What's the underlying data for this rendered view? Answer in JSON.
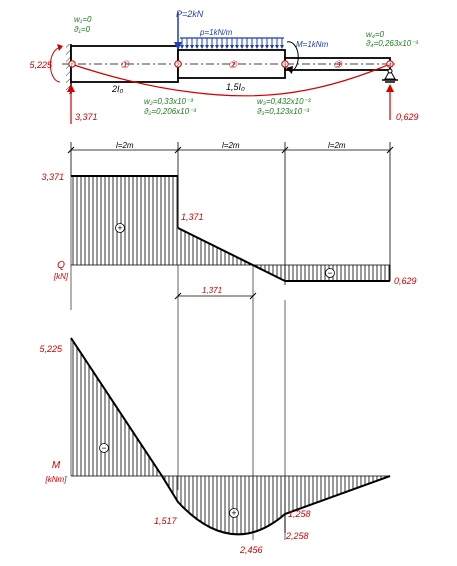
{
  "beam": {
    "left_moment": "5,225",
    "left_reaction": "3,371",
    "right_reaction": "0,629",
    "load_P": "P=2kN",
    "load_q": "p=1kN/m",
    "load_M": "M=1kNm",
    "left_support": {
      "w": "w₁=0",
      "theta": "ϑ₁=0"
    },
    "right_support": {
      "w": "w₄=0",
      "theta": "ϑ₄=0,263x10⁻³"
    },
    "node2": {
      "w": "w₂=0,33x10⁻³",
      "theta": "ϑ₂=0,206x10⁻³"
    },
    "node3": {
      "w": "w₃=0,432x10⁻³",
      "theta": "ϑ₃=0,123x10⁻³"
    },
    "stiffness_1": "2I₀",
    "stiffness_2": "1,5I₀",
    "segment_markers": [
      "①",
      "②",
      "③"
    ],
    "node_markers": [
      "1",
      "2",
      "3",
      "4"
    ]
  },
  "spans": [
    "l=2m",
    "l=2m",
    "l=2m"
  ],
  "shear": {
    "axis_label_1": "Q",
    "axis_label_2": "[kN]",
    "value_left": "3,371",
    "value_mid": "1,371",
    "value_right": "0,629",
    "zero_offset": "1,371",
    "sign_positive": "+",
    "sign_negative": "−"
  },
  "moment": {
    "axis_label_1": "M",
    "axis_label_2": "[kNm]",
    "value_left": "5,225",
    "value_b": "1,517",
    "value_min": "2,456",
    "value_c1": "2,258",
    "value_c2": "1,258",
    "sign_neg_left": "−",
    "sign_pos_mid": "+"
  },
  "colors": {
    "values": "#d40000",
    "deflections": "#1d7d1d",
    "loads": "#1f3fb4",
    "lines": "#000000"
  }
}
